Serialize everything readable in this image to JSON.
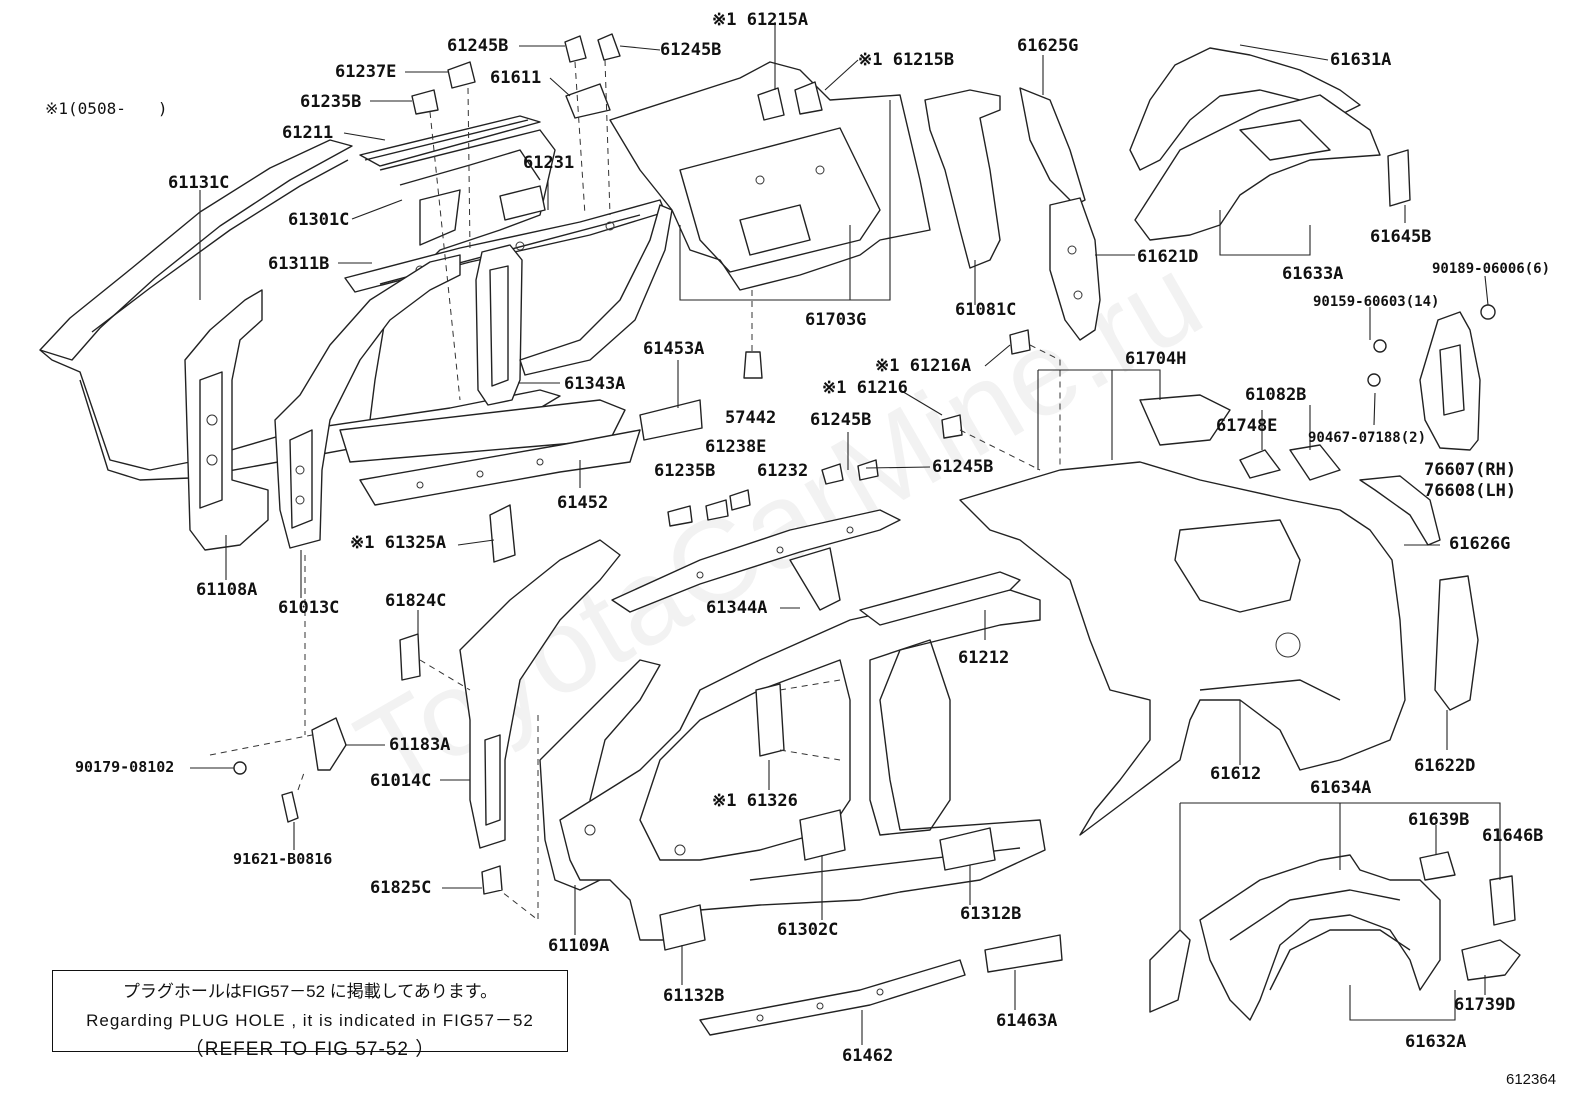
{
  "diagram": {
    "figure_id": "612364",
    "note_variant": "※1(0508-　　)",
    "watermark": "ToyotaCarMine.ru",
    "notice": {
      "line1": "プラグホールはFIG57－52 に掲載してあります。",
      "line2": "Regarding PLUG HOLE , it is indicated in FIG57－52",
      "line3": "（REFER TO FIG  57-52  ）"
    },
    "labels": {
      "l61245B_a": "61245B",
      "l61245B_b": "61245B",
      "l61215A": "※1 61215A",
      "l61215B": "※1 61215B",
      "l61625G": "61625G",
      "l61631A": "61631A",
      "l61237E": "61237E",
      "l61611": "61611",
      "l61235B_a": "61235B",
      "l61211": "61211",
      "l61131C": "61131C",
      "l61231": "61231",
      "l61301C": "61301C",
      "l61311B": "61311B",
      "l61645B": "61645B",
      "l61633A": "61633A",
      "l90189": "90189-06006(6)",
      "l61621D": "61621D",
      "l90159": "90159-60603(14)",
      "l61081C": "61081C",
      "l61703G": "61703G",
      "l61216A": "※1 61216A",
      "l61704H": "61704H",
      "l61453A": "61453A",
      "l61343A": "61343A",
      "l57442": "57442",
      "l61216": "※1 61216",
      "l61082B": "61082B",
      "l61245B_c": "61245B",
      "l61748E": "61748E",
      "l90467": "90467-07188(2)",
      "l61238E": "61238E",
      "l61235B_b": "61235B",
      "l61232": "61232",
      "l61245B_d": "61245B",
      "l76607": "76607(RH)",
      "l76608": "76608(LH)",
      "l61452": "61452",
      "l61325A": "※1 61325A",
      "l61626G": "61626G",
      "l61108A": "61108A",
      "l61013C": "61013C",
      "l61824C": "61824C",
      "l61344A": "61344A",
      "l61212": "61212",
      "l61183A": "61183A",
      "l61622D": "61622D",
      "l90179": "90179-08102",
      "l61014C": "61014C",
      "l61612": "61612",
      "l61634A": "61634A",
      "l61326": "※1 61326",
      "l61639B": "61639B",
      "l61646B": "61646B",
      "l91621": "91621-B0816",
      "l61825C": "61825C",
      "l61302C": "61302C",
      "l61312B": "61312B",
      "l61109A": "61109A",
      "l61132B": "61132B",
      "l61463A": "61463A",
      "l61739D": "61739D",
      "l61462": "61462",
      "l61632A": "61632A"
    }
  }
}
